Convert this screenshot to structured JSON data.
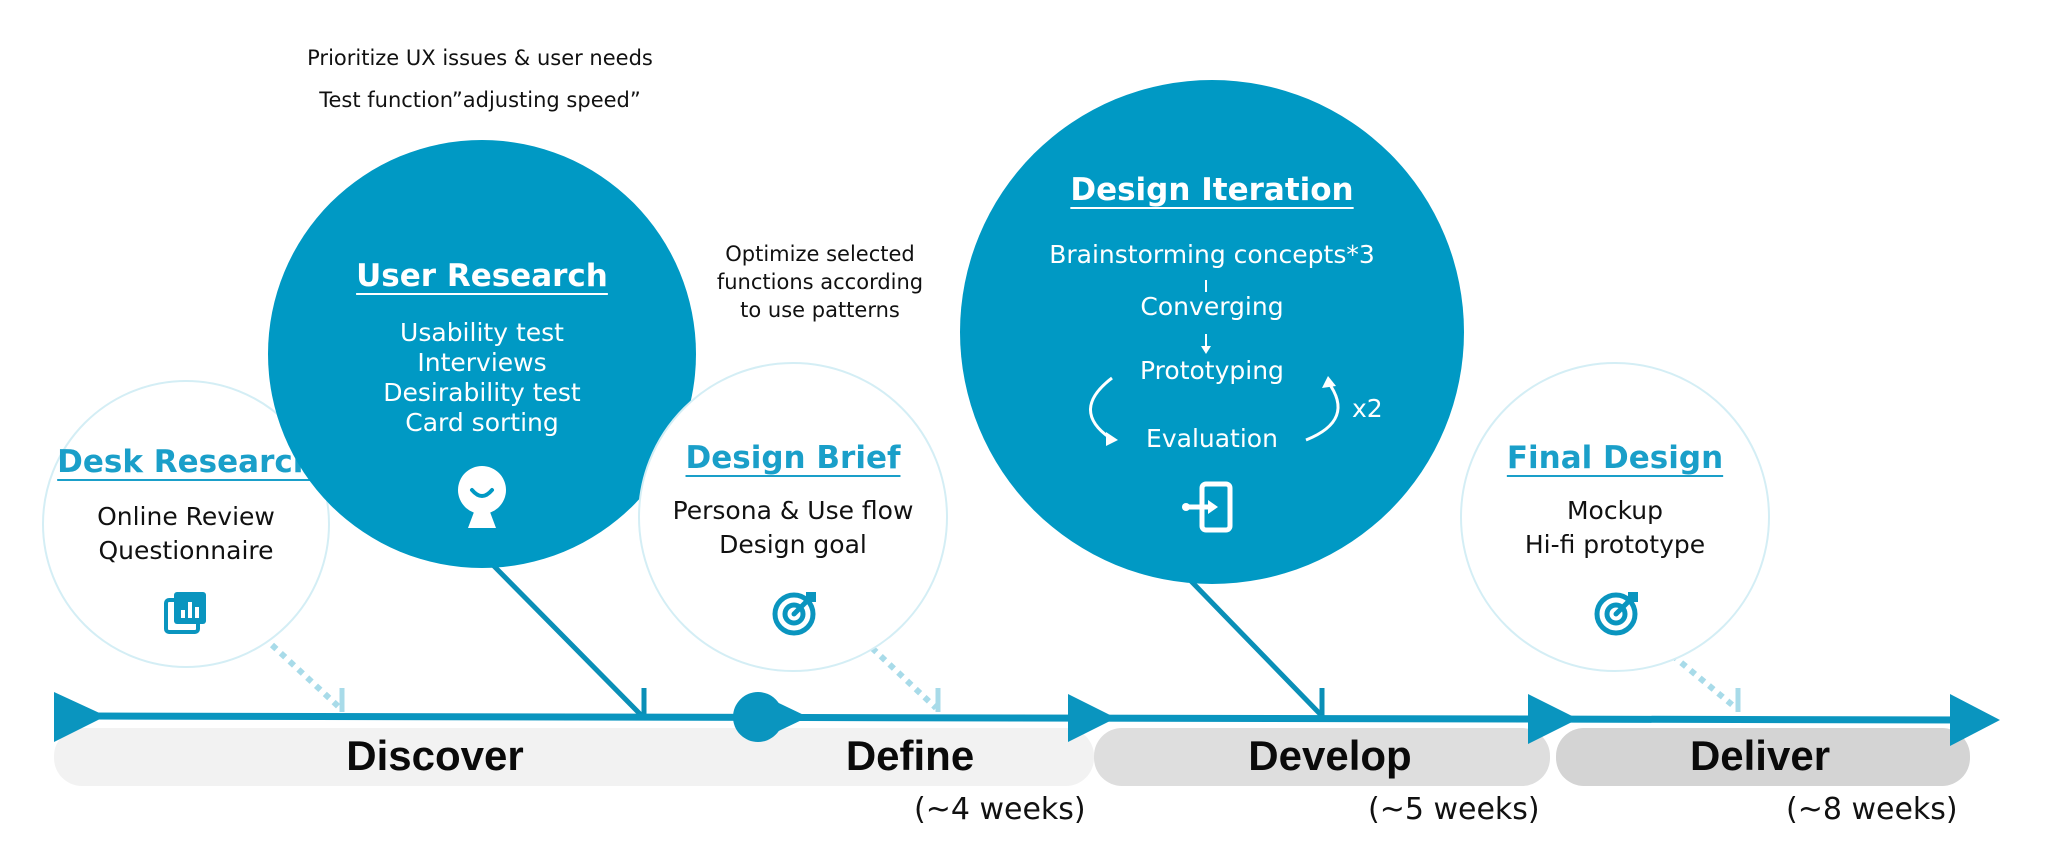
{
  "notes": {
    "user_research_top": [
      "Prioritize UX issues & user needs",
      "Test function”adjusting speed”"
    ],
    "design_brief_top": [
      "Optimize selected",
      "functions according",
      "to use patterns"
    ]
  },
  "stages": {
    "desk_research": {
      "title": "Desk Research",
      "items": [
        "Online Review",
        "Questionnaire"
      ],
      "icon": "chart-icon"
    },
    "user_research": {
      "title": "User Research",
      "items": [
        "Usability test",
        "Interviews",
        "Desirability test",
        "Card sorting"
      ],
      "icon": "user-icon"
    },
    "design_brief": {
      "title": "Design Brief",
      "items": [
        "Persona & Use flow",
        "Design goal"
      ],
      "icon": "target-icon"
    },
    "design_iteration": {
      "title": "Design Iteration",
      "steps": [
        "Brainstorming concepts*3",
        "Converging",
        "Prototyping",
        "Evaluation"
      ],
      "loop_label": "x2",
      "icon": "exit-icon"
    },
    "final_design": {
      "title": "Final Design",
      "items": [
        "Mockup",
        "Hi-fi prototype"
      ],
      "icon": "target-icon"
    }
  },
  "phases": [
    "Discover",
    "Define",
    "Develop",
    "Deliver"
  ],
  "durations": [
    "(~4 weeks)",
    "(~5 weeks)",
    "(~8 weeks)"
  ],
  "colors": {
    "accent": "#0099c4",
    "title_blue": "#1a9fc9",
    "light_ring": "#d4eef5",
    "band_light": "#f2f2f2",
    "band_mid": "#dedede",
    "band_dark": "#d4d4d4"
  }
}
